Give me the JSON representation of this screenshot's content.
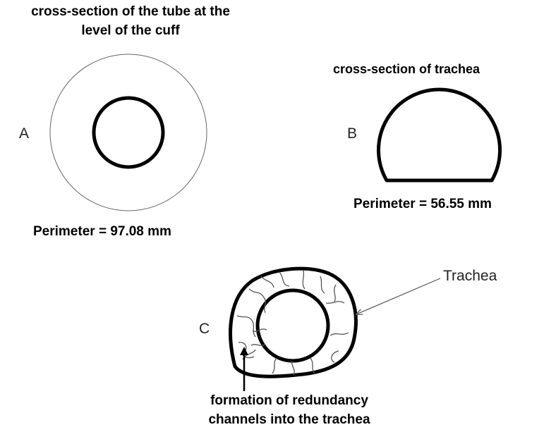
{
  "panel_a": {
    "title_line1": "cross-section of the tube at the",
    "title_line2": "level of the cuff",
    "letter": "A",
    "perimeter": "Perimeter = 97.08 mm"
  },
  "panel_b": {
    "title": "cross-section of trachea",
    "letter": "B",
    "perimeter": "Perimeter = 56.55 mm"
  },
  "panel_c": {
    "letter": "C",
    "trachea_label": "Trachea",
    "channels_line1": "formation of redundancy",
    "channels_line2": "channels into the trachea"
  }
}
